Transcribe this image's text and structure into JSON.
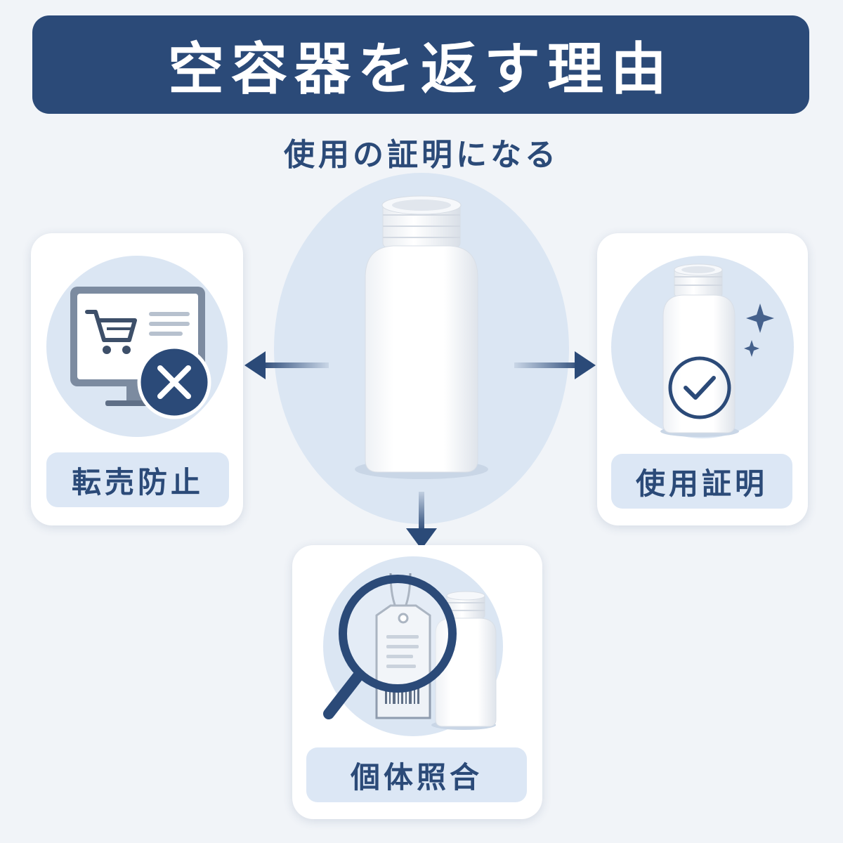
{
  "title": "空容器を返す理由",
  "subtitle": "使用の証明になる",
  "reasons": [
    {
      "label": "転売防止",
      "icon": "monitor-cart-cross-icon"
    },
    {
      "label": "使用証明",
      "icon": "bottle-check-icon"
    },
    {
      "label": "個体照合",
      "icon": "magnifier-tag-bottle-icon"
    }
  ],
  "colors": {
    "navy": "#2b4a78",
    "background": "#f1f4f8",
    "circle": "#dbe6f3",
    "label_bg": "#dce7f5",
    "white": "#ffffff"
  }
}
